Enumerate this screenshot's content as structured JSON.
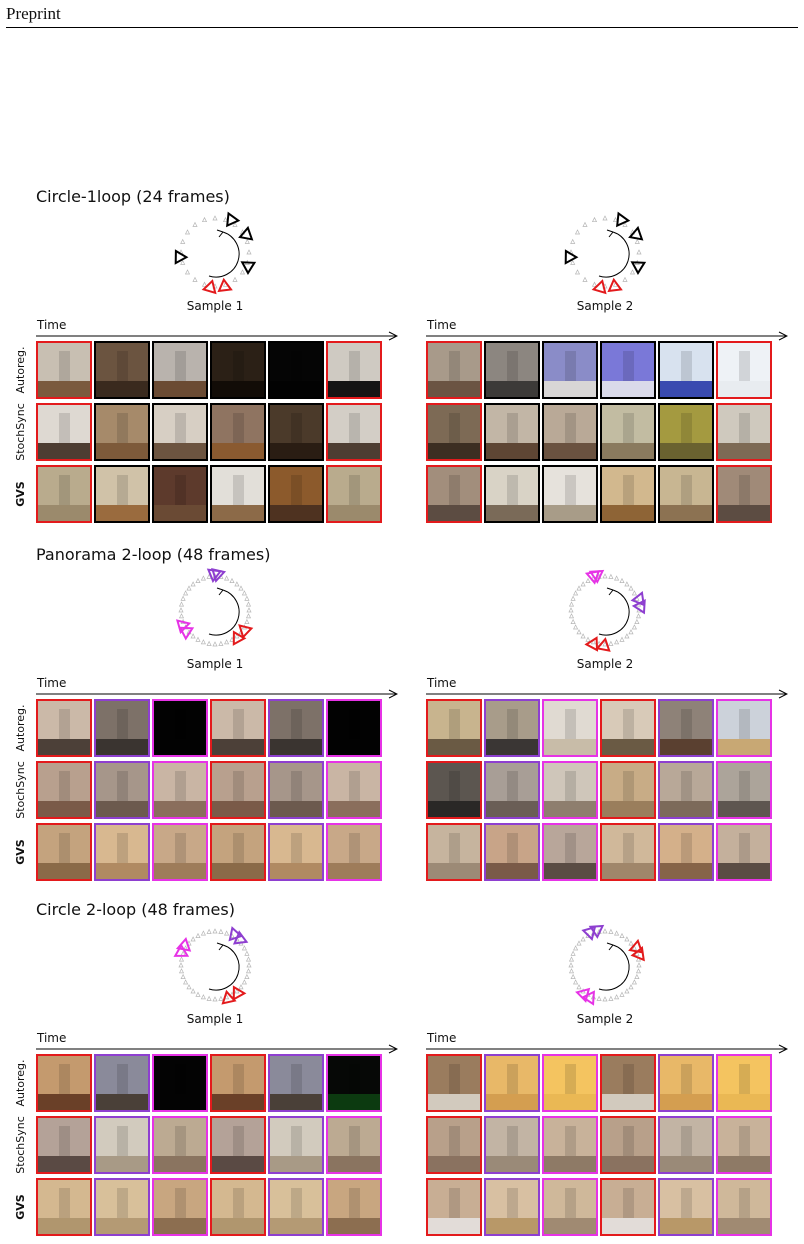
{
  "header": {
    "text": "Preprint"
  },
  "labels": {
    "time": "Time",
    "rows": [
      "Autoreg.",
      "StochSync",
      "GVS"
    ]
  },
  "colors": {
    "red": "#e31a1c",
    "purple": "#8e3fd0",
    "magenta": "#e633e6",
    "black": "#000000",
    "gray": "#b5b5b5"
  },
  "sections": [
    {
      "title": "Circle-1loop (24 frames)",
      "samples": [
        {
          "label": "Sample 1",
          "rows": [
            {
              "frames": [
                {
                  "border": "red",
                  "wall": "#c8bfb2",
                  "floor": "#7a5a3e"
                },
                {
                  "border": "black",
                  "wall": "#6b5440",
                  "floor": "#3a2a1e"
                },
                {
                  "border": "black",
                  "wall": "#b9b3ad",
                  "floor": "#6b4b33"
                },
                {
                  "border": "black",
                  "wall": "#2b2016",
                  "floor": "#120c07"
                },
                {
                  "border": "black",
                  "wall": "#050505",
                  "floor": "#020202"
                },
                {
                  "border": "red",
                  "wall": "#cfcac2",
                  "floor": "#141414"
                }
              ]
            },
            {
              "frames": [
                {
                  "border": "red",
                  "wall": "#ded9d2",
                  "floor": "#4d3d32"
                },
                {
                  "border": "black",
                  "wall": "#a68a6a",
                  "floor": "#7d5a3a"
                },
                {
                  "border": "black",
                  "wall": "#d7cfc4",
                  "floor": "#6c5440"
                },
                {
                  "border": "black",
                  "wall": "#8f7461",
                  "floor": "#8a5a30"
                },
                {
                  "border": "black",
                  "wall": "#4b3a2a",
                  "floor": "#2a1d13"
                },
                {
                  "border": "red",
                  "wall": "#d3cec6",
                  "floor": "#4d3d32"
                }
              ]
            },
            {
              "frames": [
                {
                  "border": "red",
                  "wall": "#b9ab8d",
                  "floor": "#9b8a6c"
                },
                {
                  "border": "black",
                  "wall": "#d0c2a8",
                  "floor": "#9a6b3e"
                },
                {
                  "border": "black",
                  "wall": "#5d3a2c",
                  "floor": "#6a4a34"
                },
                {
                  "border": "black",
                  "wall": "#e2dfd9",
                  "floor": "#8c6a48"
                },
                {
                  "border": "black",
                  "wall": "#8c5a2c",
                  "floor": "#4e3220"
                },
                {
                  "border": "red",
                  "wall": "#b9ab8d",
                  "floor": "#9b8a6c"
                }
              ]
            }
          ]
        },
        {
          "label": "Sample 2",
          "rows": [
            {
              "frames": [
                {
                  "border": "red",
                  "wall": "#a89a8a",
                  "floor": "#6b5443"
                },
                {
                  "border": "black",
                  "wall": "#8c8680",
                  "floor": "#3c3a38"
                },
                {
                  "border": "black",
                  "wall": "#8a8cc8",
                  "floor": "#d8d6d6"
                },
                {
                  "border": "black",
                  "wall": "#7a78d8",
                  "floor": "#dadaea"
                },
                {
                  "border": "black",
                  "wall": "#d8e2ef",
                  "floor": "#3a4ab0"
                },
                {
                  "border": "red",
                  "wall": "#eef2f6",
                  "floor": "#e8ecf0"
                }
              ]
            },
            {
              "frames": [
                {
                  "border": "red",
                  "wall": "#7d6a55",
                  "floor": "#3c2e22"
                },
                {
                  "border": "black",
                  "wall": "#c2b6a6",
                  "floor": "#5e4634"
                },
                {
                  "border": "black",
                  "wall": "#b9a997",
                  "floor": "#6a5240"
                },
                {
                  "border": "black",
                  "wall": "#c2bca2",
                  "floor": "#8a7a5e"
                },
                {
                  "border": "black",
                  "wall": "#a49a40",
                  "floor": "#6a6230"
                },
                {
                  "border": "red",
                  "wall": "#cfc9be",
                  "floor": "#7d6a55"
                }
              ]
            },
            {
              "frames": [
                {
                  "border": "red",
                  "wall": "#a28e7c",
                  "floor": "#5c4c42"
                },
                {
                  "border": "black",
                  "wall": "#d9d3c6",
                  "floor": "#7a6a58"
                },
                {
                  "border": "black",
                  "wall": "#e6e2dc",
                  "floor": "#a89c88"
                },
                {
                  "border": "black",
                  "wall": "#d2b88e",
                  "floor": "#8e6436"
                },
                {
                  "border": "black",
                  "wall": "#c8b692",
                  "floor": "#8c7252"
                },
                {
                  "border": "red",
                  "wall": "#a08a78",
                  "floor": "#5c4c42"
                }
              ]
            }
          ]
        }
      ]
    },
    {
      "title": "Panorama 2-loop (48 frames)",
      "samples": [
        {
          "label": "Sample 1",
          "rows": [
            {
              "frames": [
                {
                  "border": "red",
                  "wall": "#cbb9a8",
                  "floor": "#4c4038"
                },
                {
                  "border": "purple",
                  "wall": "#7d7168",
                  "floor": "#3a3430"
                },
                {
                  "border": "magenta",
                  "wall": "#020202",
                  "floor": "#020202"
                },
                {
                  "border": "red",
                  "wall": "#cbb9a8",
                  "floor": "#4c4038"
                },
                {
                  "border": "purple",
                  "wall": "#7d7168",
                  "floor": "#3a3430"
                },
                {
                  "border": "magenta",
                  "wall": "#020202",
                  "floor": "#020202"
                }
              ]
            },
            {
              "frames": [
                {
                  "border": "red",
                  "wall": "#b8a08e",
                  "floor": "#7a5a48"
                },
                {
                  "border": "purple",
                  "wall": "#a6968a",
                  "floor": "#6c5a4e"
                },
                {
                  "border": "magenta",
                  "wall": "#c9b5a4",
                  "floor": "#8a6e5c"
                },
                {
                  "border": "red",
                  "wall": "#b8a08e",
                  "floor": "#7a5a48"
                },
                {
                  "border": "purple",
                  "wall": "#a6968a",
                  "floor": "#6c5a4e"
                },
                {
                  "border": "magenta",
                  "wall": "#c9b5a4",
                  "floor": "#8a6e5c"
                }
              ]
            },
            {
              "frames": [
                {
                  "border": "red",
                  "wall": "#c4a37e",
                  "floor": "#8a6a48"
                },
                {
                  "border": "purple",
                  "wall": "#d8b890",
                  "floor": "#b08a62"
                },
                {
                  "border": "magenta",
                  "wall": "#c8a888",
                  "floor": "#9e7c5a"
                },
                {
                  "border": "red",
                  "wall": "#c4a37e",
                  "floor": "#8a6a48"
                },
                {
                  "border": "purple",
                  "wall": "#d8b890",
                  "floor": "#b08a62"
                },
                {
                  "border": "magenta",
                  "wall": "#c8a888",
                  "floor": "#9e7c5a"
                }
              ]
            }
          ]
        },
        {
          "label": "Sample 2",
          "rows": [
            {
              "frames": [
                {
                  "border": "red",
                  "wall": "#c8b48e",
                  "floor": "#6a5a44"
                },
                {
                  "border": "purple",
                  "wall": "#a89c8a",
                  "floor": "#3a3634"
                },
                {
                  "border": "magenta",
                  "wall": "#e0dad2",
                  "floor": "#c8bca8"
                },
                {
                  "border": "red",
                  "wall": "#d8cab8",
                  "floor": "#6a5a44"
                },
                {
                  "border": "purple",
                  "wall": "#8e8278",
                  "floor": "#5a4030"
                },
                {
                  "border": "magenta",
                  "wall": "#ccd2da",
                  "floor": "#c8a874"
                }
              ]
            },
            {
              "frames": [
                {
                  "border": "red",
                  "wall": "#5c5650",
                  "floor": "#2a2826"
                },
                {
                  "border": "purple",
                  "wall": "#a89e96",
                  "floor": "#6a5e56"
                },
                {
                  "border": "magenta",
                  "wall": "#cfc6ba",
                  "floor": "#8e7e6e"
                },
                {
                  "border": "red",
                  "wall": "#c8ac86",
                  "floor": "#9a7e5c"
                },
                {
                  "border": "purple",
                  "wall": "#b8a898",
                  "floor": "#7c6a5a"
                },
                {
                  "border": "magenta",
                  "wall": "#aca49a",
                  "floor": "#5e5650"
                }
              ]
            },
            {
              "frames": [
                {
                  "border": "red",
                  "wall": "#c6b49e",
                  "floor": "#9c8a76"
                },
                {
                  "border": "purple",
                  "wall": "#c8a488",
                  "floor": "#7a5a48"
                },
                {
                  "border": "magenta",
                  "wall": "#b8a69a",
                  "floor": "#5a4c44"
                },
                {
                  "border": "red",
                  "wall": "#d0b89a",
                  "floor": "#a0866a"
                },
                {
                  "border": "purple",
                  "wall": "#d4b08a",
                  "floor": "#866448"
                },
                {
                  "border": "magenta",
                  "wall": "#c4b09c",
                  "floor": "#5a4c44"
                }
              ]
            }
          ]
        }
      ]
    },
    {
      "title": "Circle 2-loop (48 frames)",
      "samples": [
        {
          "label": "Sample 1",
          "rows": [
            {
              "frames": [
                {
                  "border": "red",
                  "wall": "#c49a6e",
                  "floor": "#6a4028"
                },
                {
                  "border": "purple",
                  "wall": "#8a8a9a",
                  "floor": "#4a4038"
                },
                {
                  "border": "magenta",
                  "wall": "#030303",
                  "floor": "#030303"
                },
                {
                  "border": "red",
                  "wall": "#c49a6e",
                  "floor": "#6a4028"
                },
                {
                  "border": "purple",
                  "wall": "#8a8a9a",
                  "floor": "#4a4038"
                },
                {
                  "border": "magenta",
                  "wall": "#060806",
                  "floor": "#0c3a10"
                }
              ]
            },
            {
              "frames": [
                {
                  "border": "red",
                  "wall": "#b4a298",
                  "floor": "#5a4a44"
                },
                {
                  "border": "purple",
                  "wall": "#d2cbbe",
                  "floor": "#a89a86"
                },
                {
                  "border": "magenta",
                  "wall": "#bcaa92",
                  "floor": "#8a7460"
                },
                {
                  "border": "red",
                  "wall": "#b4a298",
                  "floor": "#5a4a44"
                },
                {
                  "border": "purple",
                  "wall": "#d2cbbe",
                  "floor": "#a89a86"
                },
                {
                  "border": "magenta",
                  "wall": "#bcaa92",
                  "floor": "#8a7460"
                }
              ]
            },
            {
              "frames": [
                {
                  "border": "red",
                  "wall": "#d4b890",
                  "floor": "#b0966e"
                },
                {
                  "border": "purple",
                  "wall": "#d8c09a",
                  "floor": "#b49a74"
                },
                {
                  "border": "magenta",
                  "wall": "#c8a680",
                  "floor": "#8c6e50"
                },
                {
                  "border": "red",
                  "wall": "#d4b890",
                  "floor": "#b0966e"
                },
                {
                  "border": "purple",
                  "wall": "#d8c09a",
                  "floor": "#b49a74"
                },
                {
                  "border": "magenta",
                  "wall": "#c8a680",
                  "floor": "#8c6e50"
                }
              ]
            }
          ]
        },
        {
          "label": "Sample 2",
          "rows": [
            {
              "frames": [
                {
                  "border": "red",
                  "wall": "#9a7c5e",
                  "floor": "#d2cabe"
                },
                {
                  "border": "purple",
                  "wall": "#e8b868",
                  "floor": "#d49e50"
                },
                {
                  "border": "magenta",
                  "wall": "#f4c460",
                  "floor": "#eab854"
                },
                {
                  "border": "red",
                  "wall": "#9a7c5e",
                  "floor": "#d2cabe"
                },
                {
                  "border": "purple",
                  "wall": "#e8b868",
                  "floor": "#d49e50"
                },
                {
                  "border": "magenta",
                  "wall": "#f4c460",
                  "floor": "#eab854"
                }
              ]
            },
            {
              "frames": [
                {
                  "border": "red",
                  "wall": "#b8a08a",
                  "floor": "#8a7260"
                },
                {
                  "border": "purple",
                  "wall": "#c2b4a4",
                  "floor": "#9a8a78"
                },
                {
                  "border": "magenta",
                  "wall": "#c8b29a",
                  "floor": "#8e7a66"
                },
                {
                  "border": "red",
                  "wall": "#b8a08a",
                  "floor": "#8a7260"
                },
                {
                  "border": "purple",
                  "wall": "#c2b4a4",
                  "floor": "#9a8a78"
                },
                {
                  "border": "magenta",
                  "wall": "#c8b29a",
                  "floor": "#8e7a66"
                }
              ]
            },
            {
              "frames": [
                {
                  "border": "red",
                  "wall": "#c8ae94",
                  "floor": "#e2dcd8"
                },
                {
                  "border": "purple",
                  "wall": "#d8c0a2",
                  "floor": "#b89868"
                },
                {
                  "border": "magenta",
                  "wall": "#cfb89a",
                  "floor": "#a08a72"
                },
                {
                  "border": "red",
                  "wall": "#c8ae94",
                  "floor": "#e2dcd8"
                },
                {
                  "border": "purple",
                  "wall": "#d8c0a2",
                  "floor": "#b89868"
                },
                {
                  "border": "magenta",
                  "wall": "#cfb89a",
                  "floor": "#a08a72"
                }
              ]
            }
          ]
        }
      ]
    }
  ]
}
